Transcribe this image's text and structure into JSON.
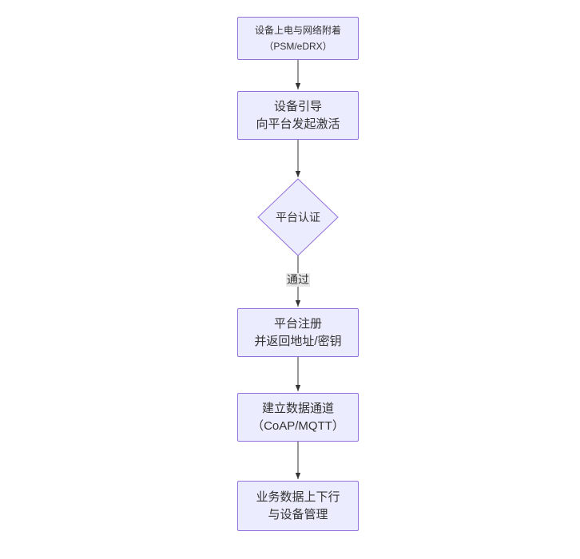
{
  "diagram": {
    "type": "flowchart",
    "direction": "top-down",
    "colors": {
      "background": "#ffffff",
      "node_fill": "#ECECFF",
      "node_border": "#9370DB",
      "arrow": "#333333",
      "text": "#333333",
      "edge_label_bg": "#e8e8e8"
    },
    "nodes": [
      {
        "id": "power-attach",
        "type": "rect",
        "lines": [
          "设备上电与网络附着",
          "（PSM/eDRX）"
        ]
      },
      {
        "id": "bootstrap",
        "type": "rect",
        "lines": [
          "设备引导",
          "向平台发起激活"
        ]
      },
      {
        "id": "platform-auth",
        "type": "diamond",
        "lines": [
          "平台认证"
        ]
      },
      {
        "id": "register",
        "type": "rect",
        "lines": [
          "平台注册",
          "并返回地址/密钥"
        ]
      },
      {
        "id": "data-channel",
        "type": "rect",
        "lines": [
          "建立数据通道",
          "（CoAP/MQTT）"
        ]
      },
      {
        "id": "business",
        "type": "rect",
        "lines": [
          "业务数据上下行",
          "与设备管理"
        ]
      }
    ],
    "edges": [
      {
        "from": "power-attach",
        "to": "bootstrap",
        "label": ""
      },
      {
        "from": "bootstrap",
        "to": "platform-auth",
        "label": ""
      },
      {
        "from": "platform-auth",
        "to": "register",
        "label": "通过"
      },
      {
        "from": "register",
        "to": "data-channel",
        "label": ""
      },
      {
        "from": "data-channel",
        "to": "business",
        "label": ""
      }
    ]
  }
}
